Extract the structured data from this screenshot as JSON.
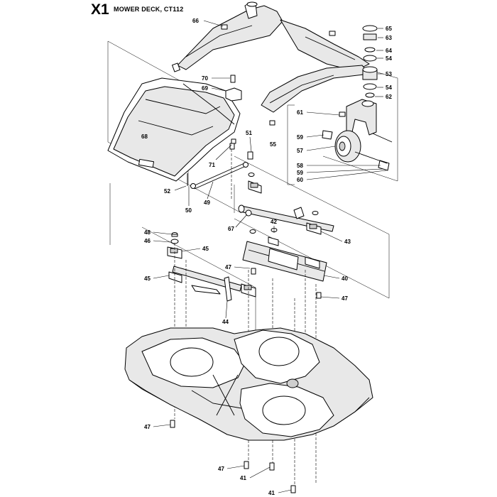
{
  "header": {
    "section_code": "X1",
    "title": "MOWER DECK, CT112"
  },
  "callouts": [
    {
      "id": "c66",
      "number": "66"
    },
    {
      "id": "c65",
      "number": "65"
    },
    {
      "id": "c63",
      "number": "63"
    },
    {
      "id": "c64",
      "number": "64"
    },
    {
      "id": "c54a",
      "number": "54"
    },
    {
      "id": "c53",
      "number": "53"
    },
    {
      "id": "c54b",
      "number": "54"
    },
    {
      "id": "c62",
      "number": "62"
    },
    {
      "id": "c70",
      "number": "70"
    },
    {
      "id": "c69",
      "number": "69"
    },
    {
      "id": "c61",
      "number": "61"
    },
    {
      "id": "c68",
      "number": "68"
    },
    {
      "id": "c51",
      "number": "51"
    },
    {
      "id": "c59a",
      "number": "59"
    },
    {
      "id": "c55",
      "number": "55"
    },
    {
      "id": "c57",
      "number": "57"
    },
    {
      "id": "c71",
      "number": "71"
    },
    {
      "id": "c58",
      "number": "58"
    },
    {
      "id": "c59b",
      "number": "59"
    },
    {
      "id": "c60",
      "number": "60"
    },
    {
      "id": "c52",
      "number": "52"
    },
    {
      "id": "c50",
      "number": "50"
    },
    {
      "id": "c49",
      "number": "49"
    },
    {
      "id": "c67",
      "number": "67"
    },
    {
      "id": "c42",
      "number": "42"
    },
    {
      "id": "c48",
      "number": "48"
    },
    {
      "id": "c46",
      "number": "46"
    },
    {
      "id": "c45a",
      "number": "45"
    },
    {
      "id": "c43",
      "number": "43"
    },
    {
      "id": "c47a",
      "number": "47"
    },
    {
      "id": "c45b",
      "number": "45"
    },
    {
      "id": "c40",
      "number": "40"
    },
    {
      "id": "c47b",
      "number": "47"
    },
    {
      "id": "c44",
      "number": "44"
    },
    {
      "id": "c47c",
      "number": "47"
    },
    {
      "id": "c47d",
      "number": "47"
    },
    {
      "id": "c41a",
      "number": "41"
    },
    {
      "id": "c41b",
      "number": "41"
    }
  ]
}
